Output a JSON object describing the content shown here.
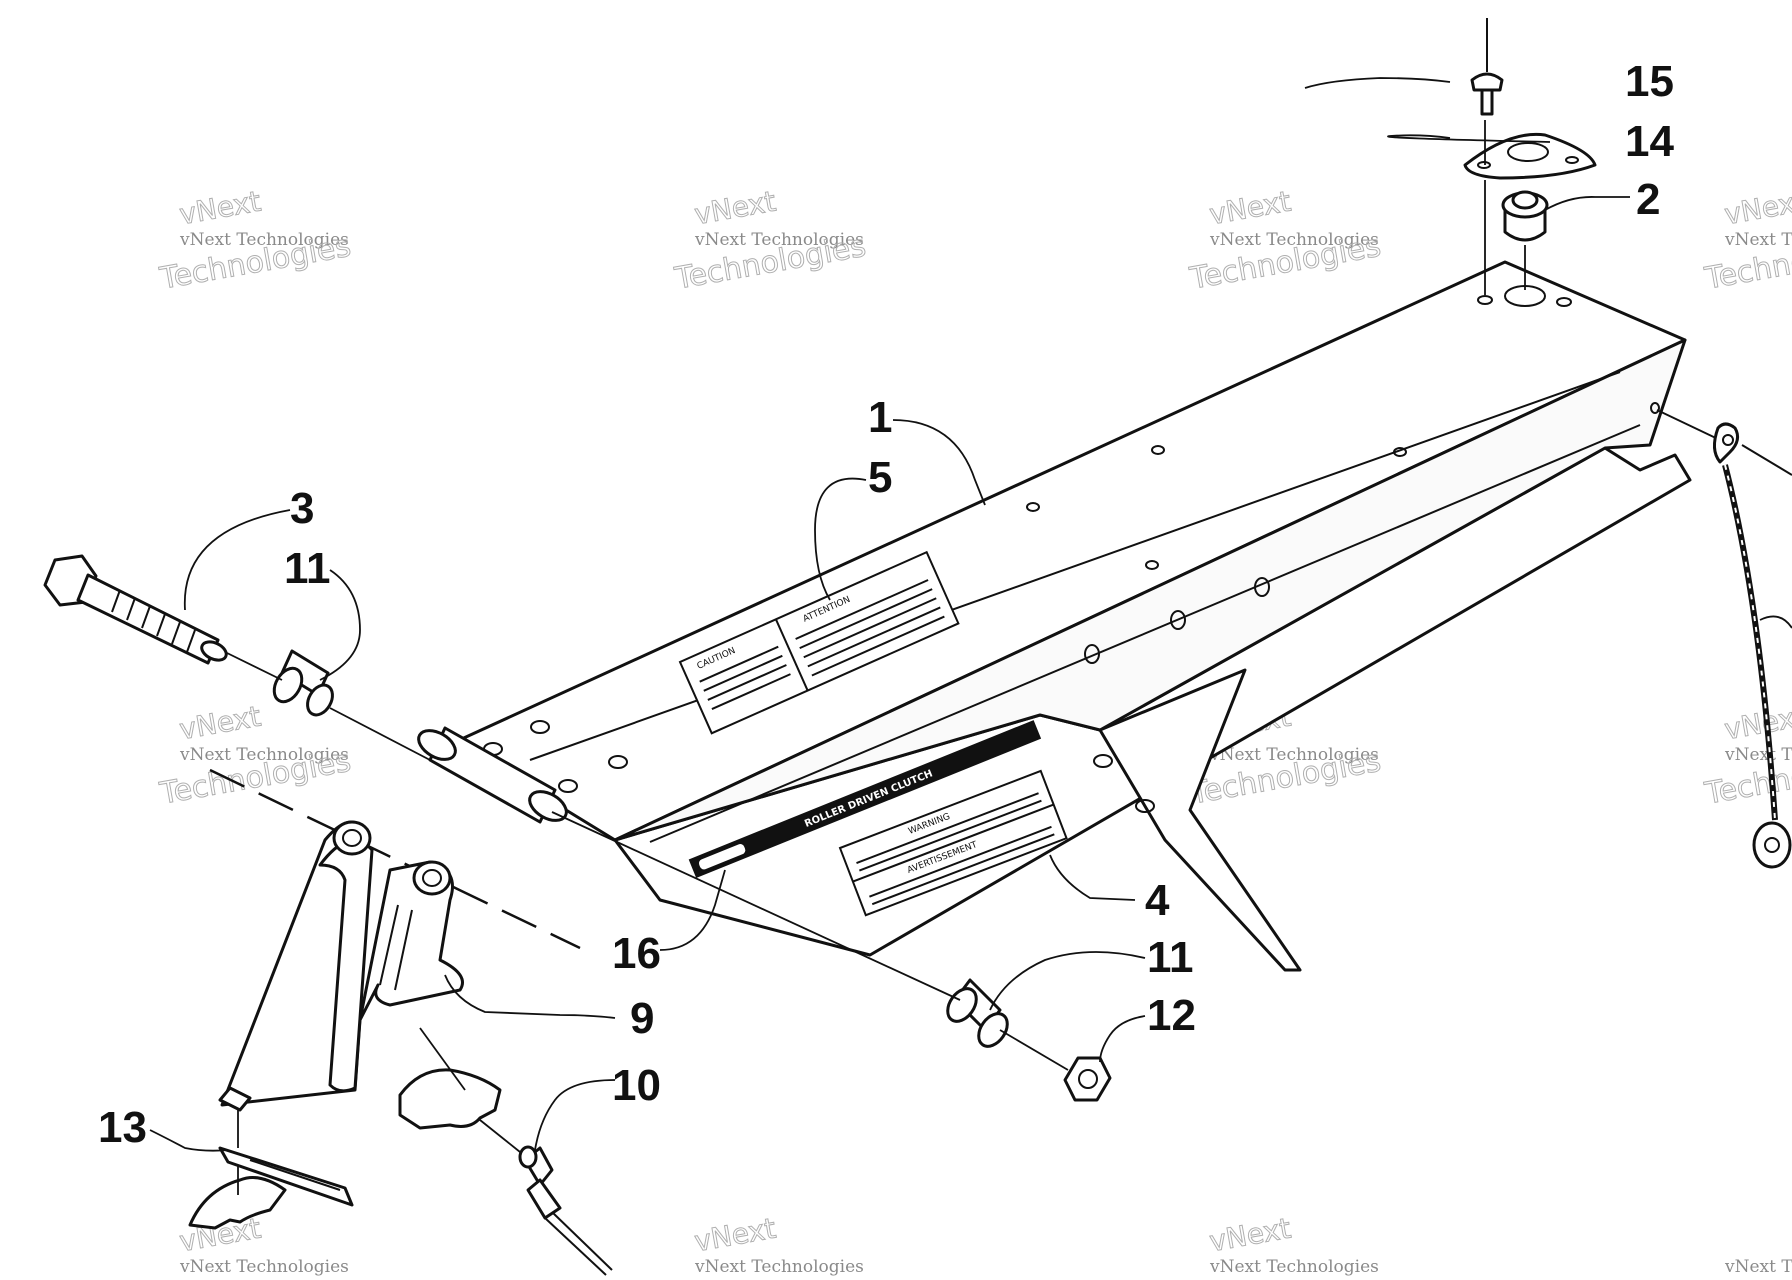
{
  "callouts": [
    {
      "id": "1",
      "label": "1"
    },
    {
      "id": "2",
      "label": "2"
    },
    {
      "id": "3",
      "label": "3"
    },
    {
      "id": "4",
      "label": "4"
    },
    {
      "id": "5",
      "label": "5"
    },
    {
      "id": "9",
      "label": "9"
    },
    {
      "id": "10",
      "label": "10"
    },
    {
      "id": "11a",
      "label": "11"
    },
    {
      "id": "11b",
      "label": "11"
    },
    {
      "id": "12",
      "label": "12"
    },
    {
      "id": "13",
      "label": "13"
    },
    {
      "id": "14",
      "label": "14"
    },
    {
      "id": "15",
      "label": "15"
    },
    {
      "id": "16",
      "label": "16"
    }
  ],
  "watermark": {
    "line1": "vNext Technologies",
    "line2": "vNext",
    "line3": "Technologies"
  },
  "decals": {
    "caution": "CAUTION",
    "attention": "ATTENTION",
    "warning": "WARNING",
    "avertissement": "AVERTISSEMENT",
    "strip": "ROLLER DRIVEN CLUTCH"
  }
}
